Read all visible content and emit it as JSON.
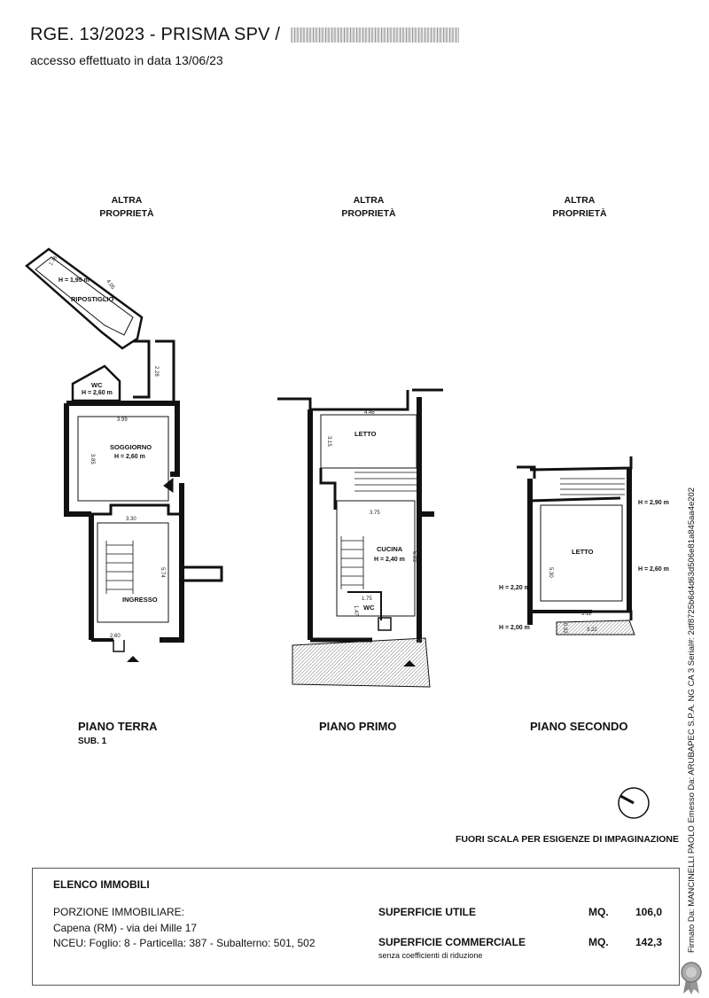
{
  "header": {
    "title": "RGE. 13/2023 - PRISMA SPV /",
    "subtitle": "accesso effettuato in data 13/06/23"
  },
  "neighbors": {
    "line1": "ALTRA",
    "line2": "PROPRIETÀ"
  },
  "floors": {
    "terra": {
      "label": "PIANO TERRA",
      "sub": "SUB. 1",
      "rooms": {
        "ripostiglio": "RIPOSTIGLIO",
        "ripostiglio_h": "H = 1,95 m",
        "wc": "WC",
        "wc_h": "H = 2,60 m",
        "soggiorno": "SOGGIORNO",
        "soggiorno_h": "H = 2,60 m",
        "ingresso": "INGRESSO"
      },
      "dims": [
        "1.76",
        "4.05",
        "2.28",
        "3.99",
        "3.85",
        "3.30",
        "5.74",
        "2.60"
      ]
    },
    "primo": {
      "label": "PIANO PRIMO",
      "rooms": {
        "letto": "LETTO",
        "cucina": "CUCINA",
        "cucina_h": "H = 2,40 m",
        "wc": "WC"
      },
      "dims": [
        "4.46",
        "3.15",
        "3.75",
        "5.03",
        "1.75",
        "1.47"
      ]
    },
    "secondo": {
      "label": "PIANO SECONDO",
      "rooms": {
        "letto": "LETTO"
      },
      "heights": [
        "H = 2,90 m",
        "H = 2,60 m",
        "H = 2,20 m",
        "H = 2,00 m"
      ],
      "dims": [
        "5.30",
        "3.11",
        "3.22",
        "0.92"
      ]
    }
  },
  "scale_note": "FUORI SCALA PER ESIGENZE DI IMPAGINAZIONE",
  "signature": "Firmato Da: MANCINELLI PAOLO Emesso Da: ARUBAPEC S.P.A. NG CA 3 Serial#: 2df8725b6d4d63d506e81a845aa4e202",
  "elenco": {
    "heading": "ELENCO IMMOBILI",
    "porzione_label": "PORZIONE IMMOBILIARE:",
    "address": "Capena (RM) - via dei Mille 17",
    "nceu": "NCEU: Foglio: 8 - Particella: 387 - Subalterno: 501, 502",
    "sup_utile_label": "SUPERFICIE UTILE",
    "sup_utile_unit": "MQ.",
    "sup_utile_value": "106,0",
    "sup_comm_label": "SUPERFICIE COMMERCIALE",
    "sup_comm_unit": "MQ.",
    "sup_comm_value": "142,3",
    "sup_comm_note": "senza coefficienti di riduzione"
  }
}
